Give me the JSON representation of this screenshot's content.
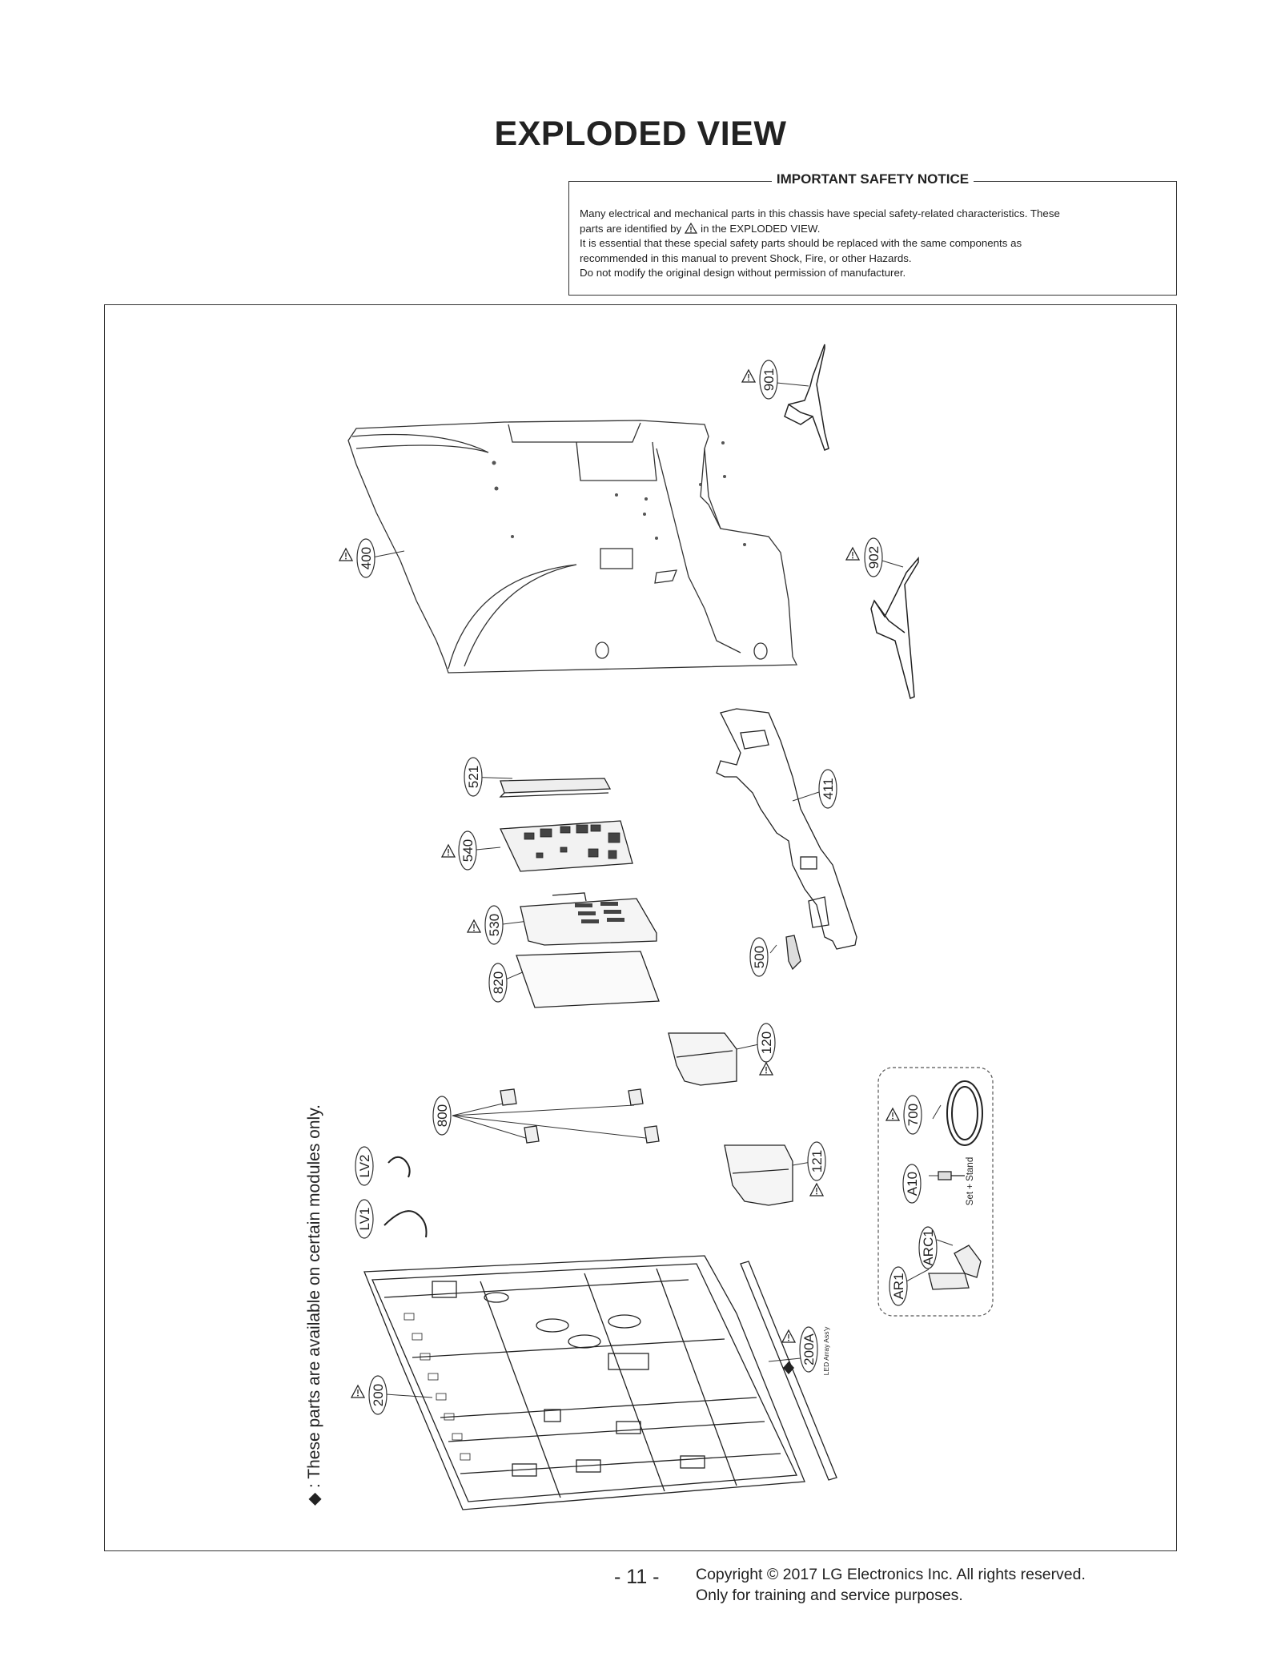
{
  "title": "EXPLODED VIEW",
  "notice": {
    "title": "IMPORTANT SAFETY NOTICE",
    "line1": "Many electrical and mechanical parts in this chassis have special safety-related characteristics. These",
    "line2_pre": "parts are identified by",
    "line2_post": "in the EXPLODED VIEW.",
    "line3": "It is essential that these special safety parts should be replaced with the same components as",
    "line4": "recommended in this manual to prevent Shock, Fire, or other Hazards.",
    "line5": "Do not modify the original design without permission of manufacturer."
  },
  "parts": {
    "p901": "901",
    "p902": "902",
    "p400": "400",
    "p521": "521",
    "p411": "411",
    "p540": "540",
    "p530": "530",
    "p500": "500",
    "p820": "820",
    "p120": "120",
    "p800": "800",
    "p700": "700",
    "pLV2": "LV2",
    "p121": "121",
    "pA10": "A10",
    "pLV1": "LV1",
    "pARC1": "ARC1",
    "pAR1": "AR1",
    "p200A": "200A",
    "p200": "200"
  },
  "set_stand_note": "Set + Stand",
  "led_array_note": "LED Array Ass'y",
  "side_note": "◆ : These parts are available on certain modules only.",
  "footer": {
    "page_number": "- 11 -",
    "copyright_line1": "Copyright © 2017 LG Electronics Inc. All rights reserved.",
    "copyright_line2": "Only for training and service purposes."
  }
}
